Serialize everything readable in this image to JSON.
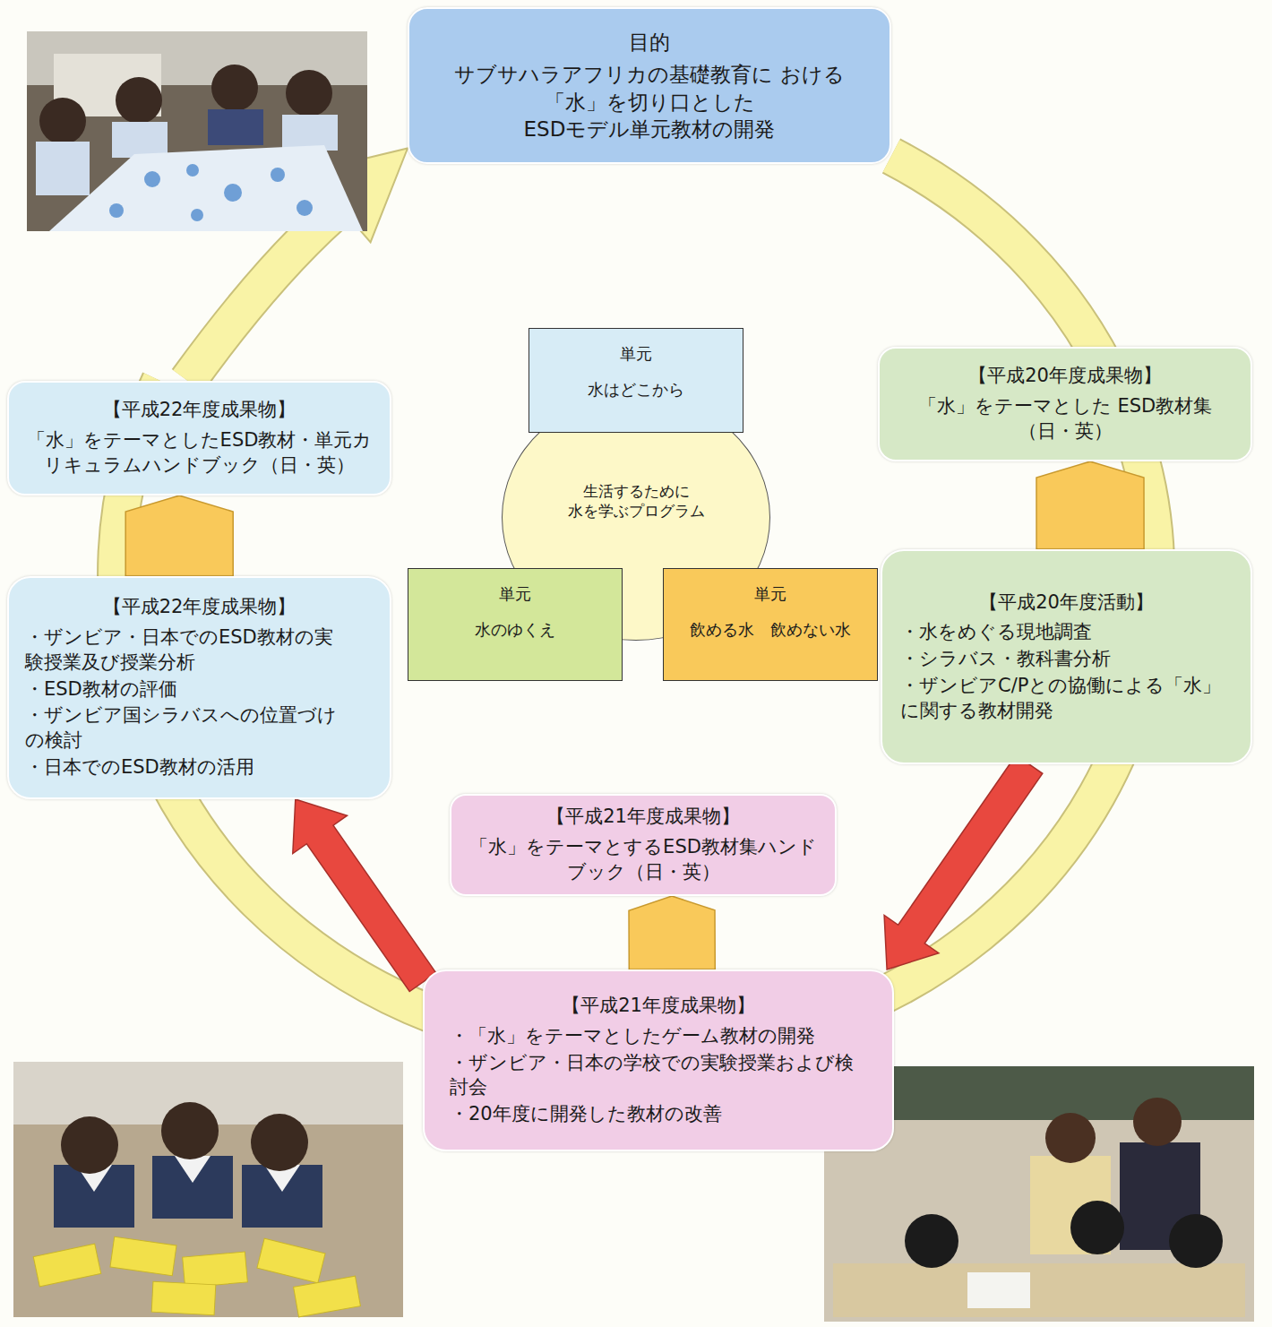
{
  "diagram": {
    "nodes": [
      {
        "text": [
          "目的",
          "サブサハラアフリカの基礎教育に おける「水」を切り口とした ESDモデル単元教材の開発"
        ]
      },
      {
        "text": [
          "【平成20年度成果物】",
          "「水」をテーマとした ESD教材集（日・英）"
        ]
      },
      {
        "text": [
          "【平成20年度活動】",
          "・水をめぐる現地調査",
          "・シラバス・教科書分析",
          "・ザンビアC/Pとの協働による「水」 に関する教材開発"
        ]
      },
      {
        "text": [
          "【平成21年度成果物】",
          "・「水」をテーマとしたゲーム教材の開発",
          "・ザンビア・日本の学校での実験授業および検 討会",
          "・20年度に開発した教材の改善"
        ]
      },
      {
        "text": [
          "【平成21年度成果物】",
          "「水」をテーマとするESD教材集ハンド ブック（日・英）"
        ]
      },
      {
        "text": [
          "【平成22年度成果物】",
          "・ザンビア・日本でのESD教材の実 験授業及び授業分析",
          "・ESD教材の評価",
          "・ザンビア国シラバスへの位置づけ の検討",
          "・日本でのESD教材の活用"
        ]
      },
      {
        "text": [
          "【平成22年度成果物】",
          "「水」をテーマとしたESD教材・単元カ リキュラムハンドブック（日・英）"
        ]
      },
      {
        "text": [
          "生活するために 水を学ぶプログラム"
        ]
      },
      {
        "text": [
          "単元",
          "水はどこから"
        ]
      },
      {
        "text": [
          "単元",
          "水のゆくえ"
        ]
      },
      {
        "text": [
          "単元",
          "飲める水　飲めない水"
        ]
      }
    ],
    "edges": [
      {
        "from": 2,
        "to": 1,
        "arrow": "to"
      },
      {
        "from": 3,
        "to": 4,
        "arrow": "to"
      },
      {
        "from": 5,
        "to": 6,
        "arrow": "to"
      },
      {
        "from": 2,
        "to": 3,
        "arrow": "to"
      },
      {
        "from": 3,
        "to": 5,
        "arrow": "to"
      },
      {
        "from": 6,
        "to": 0,
        "arrow": "to"
      }
    ]
  }
}
